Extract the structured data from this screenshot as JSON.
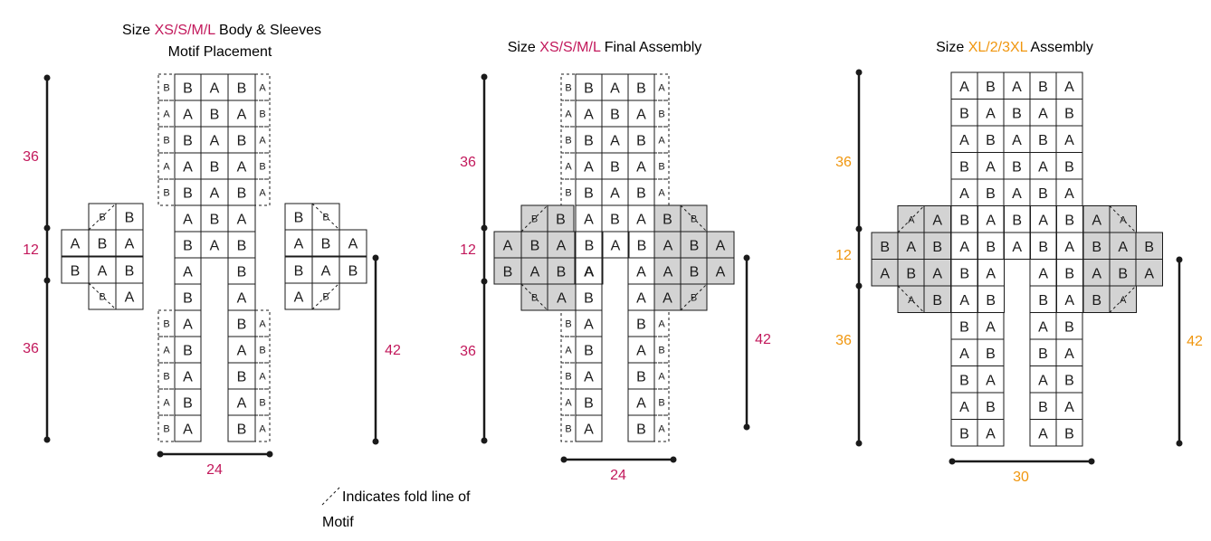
{
  "colors": {
    "line": "#1a1a1a",
    "fill_gray": "#d3d3d3",
    "size_small": "#c2185b",
    "size_large": "#f0960e",
    "text": "#1a1a1a"
  },
  "diagram1": {
    "title_prefix": "Size ",
    "title_sizes": "XS/S/M/L",
    "title_suffix": "  Body & Sleeves",
    "title_line2": "Motif Placement",
    "measure_upper": "36",
    "measure_mid": "12",
    "measure_lower": "36",
    "measure_sleeve": "42",
    "measure_width": "24",
    "grid": [
      [
        "b",
        "B",
        "A",
        "B",
        "a"
      ],
      [
        "a",
        "A",
        "B",
        "A",
        "b"
      ],
      [
        "b",
        "B",
        "A",
        "B",
        "a"
      ],
      [
        "a",
        "A",
        "B",
        "A",
        "b"
      ],
      [
        "b",
        "B",
        "A",
        "B",
        "a"
      ],
      [
        "",
        "A",
        "B",
        "A",
        ""
      ],
      [
        "",
        "B",
        "A",
        "B",
        ""
      ],
      [
        "",
        "A",
        "",
        "B",
        ""
      ],
      [
        "",
        "B",
        "",
        "A",
        ""
      ],
      [
        "b",
        "A",
        "",
        "B",
        "a"
      ],
      [
        "a",
        "B",
        "",
        "A",
        "b"
      ],
      [
        "b",
        "A",
        "",
        "B",
        "a"
      ],
      [
        "a",
        "B",
        "",
        "A",
        "b"
      ],
      [
        "b",
        "A",
        "",
        "B",
        "a"
      ]
    ],
    "left_sleeve": [
      [
        "",
        "b",
        "B"
      ],
      [
        "A",
        "B",
        "A"
      ],
      [
        "B",
        "A",
        "B"
      ],
      [
        "",
        "b",
        "A"
      ]
    ],
    "right_sleeve": [
      [
        "B",
        "b",
        ""
      ],
      [
        "A",
        "B",
        "A"
      ],
      [
        "B",
        "A",
        "B"
      ],
      [
        "A",
        "b",
        ""
      ]
    ]
  },
  "diagram2": {
    "title_prefix": "Size ",
    "title_sizes": "XS/S/M/L",
    "title_suffix": "  Final Assembly",
    "measure_upper": "36",
    "measure_mid": "12",
    "measure_lower": "36",
    "measure_sleeve": "42",
    "measure_width": "24",
    "grid": [
      [
        "",
        "",
        "",
        "",
        "",
        "b",
        "B",
        "A",
        "B",
        "a",
        "",
        "",
        "",
        ""
      ],
      [
        "",
        "",
        "",
        "",
        "",
        "a",
        "A",
        "B",
        "A",
        "b",
        "",
        "",
        "",
        ""
      ],
      [
        "",
        "",
        "",
        "",
        "",
        "b",
        "B",
        "A",
        "B",
        "a",
        "",
        "",
        "",
        ""
      ],
      [
        "",
        "",
        "",
        "",
        "",
        "a",
        "A",
        "B",
        "A",
        "b",
        "",
        "",
        "",
        ""
      ],
      [
        "",
        "",
        "",
        "",
        "",
        "b",
        "B",
        "A",
        "B",
        "a",
        "",
        "",
        "",
        ""
      ],
      [
        "",
        "",
        "",
        "b",
        "B",
        "A",
        "B",
        "A",
        "B",
        "b",
        "",
        "",
        "",
        ""
      ],
      [
        "A",
        "B",
        "A",
        "B",
        "A",
        "B",
        "A",
        "B",
        "A",
        "A",
        "",
        "",
        "",
        ""
      ],
      [
        "B",
        "A",
        "B",
        "A",
        "B",
        "",
        "",
        "A",
        "B",
        "A",
        "B",
        "",
        "",
        ""
      ],
      [
        "",
        "",
        "",
        "b",
        "A",
        "B",
        "",
        "A",
        "A",
        "b",
        "",
        "",
        "",
        ""
      ],
      [
        "",
        "",
        "",
        "",
        "",
        "b",
        "A",
        "",
        "B",
        "a",
        "",
        "",
        "",
        ""
      ],
      [
        "",
        "",
        "",
        "",
        "",
        "a",
        "B",
        "",
        "A",
        "b",
        "",
        "",
        "",
        ""
      ],
      [
        "",
        "",
        "",
        "",
        "",
        "b",
        "A",
        "",
        "B",
        "a",
        "",
        "",
        "",
        ""
      ],
      [
        "",
        "",
        "",
        "",
        "",
        "a",
        "B",
        "",
        "A",
        "b",
        "",
        "",
        "",
        ""
      ],
      [
        "",
        "",
        "",
        "",
        "",
        "b",
        "A",
        "",
        "B",
        "a",
        "",
        "",
        "",
        ""
      ]
    ]
  },
  "diagram3": {
    "title_prefix": "Size ",
    "title_sizes": "XL/2/3XL",
    "title_suffix": " Assembly",
    "measure_upper": "36",
    "measure_mid": "12",
    "measure_lower": "36",
    "measure_sleeve": "42",
    "measure_width": "30",
    "body_top": [
      [
        "A",
        "B",
        "A",
        "B",
        "A"
      ],
      [
        "B",
        "A",
        "B",
        "A",
        "B"
      ],
      [
        "A",
        "B",
        "A",
        "B",
        "A"
      ],
      [
        "B",
        "A",
        "B",
        "A",
        "B"
      ],
      [
        "A",
        "B",
        "A",
        "B",
        "A"
      ]
    ],
    "arm_rows": [
      [
        "a",
        "A",
        "B",
        "A",
        "B",
        "A",
        "B",
        "A",
        "a"
      ],
      [
        "B",
        "A",
        "B",
        "A",
        "B",
        "A",
        "B",
        "A",
        "B",
        "A",
        "B"
      ],
      [
        "A",
        "B",
        "A",
        "B",
        "A",
        "",
        "A",
        "B",
        "A",
        "B",
        "A"
      ],
      [
        "a",
        "B",
        "A",
        "B",
        "",
        "B",
        "A",
        "B",
        "a"
      ]
    ],
    "legs": [
      [
        "B",
        "A",
        "",
        "A",
        "B"
      ],
      [
        "A",
        "B",
        "",
        "B",
        "A"
      ],
      [
        "B",
        "A",
        "",
        "A",
        "B"
      ],
      [
        "A",
        "B",
        "",
        "B",
        "A"
      ],
      [
        "B",
        "A",
        "",
        "A",
        "B"
      ]
    ]
  },
  "legend": {
    "line1": "Indicates fold line of",
    "line2": "Motif"
  }
}
